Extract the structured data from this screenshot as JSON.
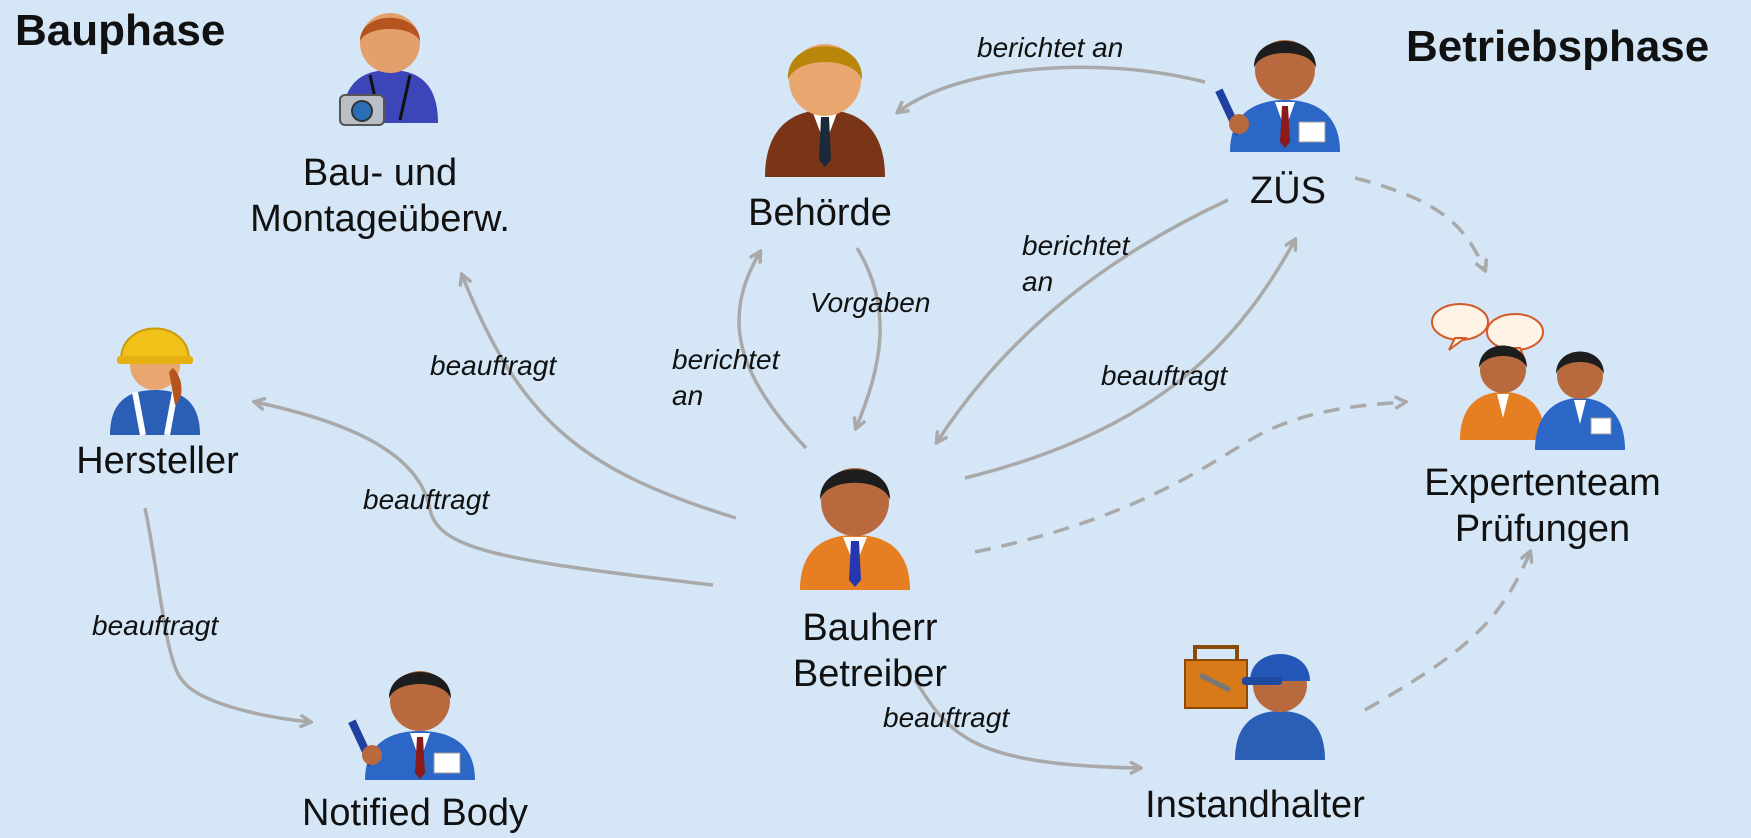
{
  "phases": {
    "left": "Bauphase",
    "right": "Betriebsphase"
  },
  "nodes": {
    "bauueberw": [
      "Bau- und",
      "Montageüberw."
    ],
    "behoerde": "Behörde",
    "zues": "ZÜS",
    "hersteller": "Hersteller",
    "notified": "Notified Body",
    "bauherr": [
      "Bauherr",
      "Betreiber"
    ],
    "instandhalter": "Instandhalter",
    "expertenteam": [
      "Expertenteam",
      "Prüfungen"
    ]
  },
  "edges": {
    "zues_behoerde": "berichtet an",
    "bauherr_behoerde": [
      "berichtet",
      "an"
    ],
    "behoerde_bauherr": "Vorgaben",
    "zues_bauherr": [
      "berichtet",
      "an"
    ],
    "bauherr_zues": "beauftragt",
    "bauherr_bauueberw": "beauftragt",
    "bauherr_hersteller": "beauftragt",
    "hersteller_notified": "beauftragt",
    "bauherr_instandhalter": "beauftragt"
  },
  "icons": {
    "bauueberw": "person-camera-icon",
    "behoerde": "person-suit-icon",
    "zues": "person-inspector-icon",
    "hersteller": "worker-hardhat-icon",
    "notified": "person-inspector-icon",
    "bauherr": "person-orange-suit-icon",
    "instandhalter": "mechanic-toolbox-icon",
    "expertenteam": "team-discussion-icon"
  },
  "colors": {
    "background": "#d5e7f7",
    "arrow": "#a9a9a9",
    "text": "#111111"
  }
}
